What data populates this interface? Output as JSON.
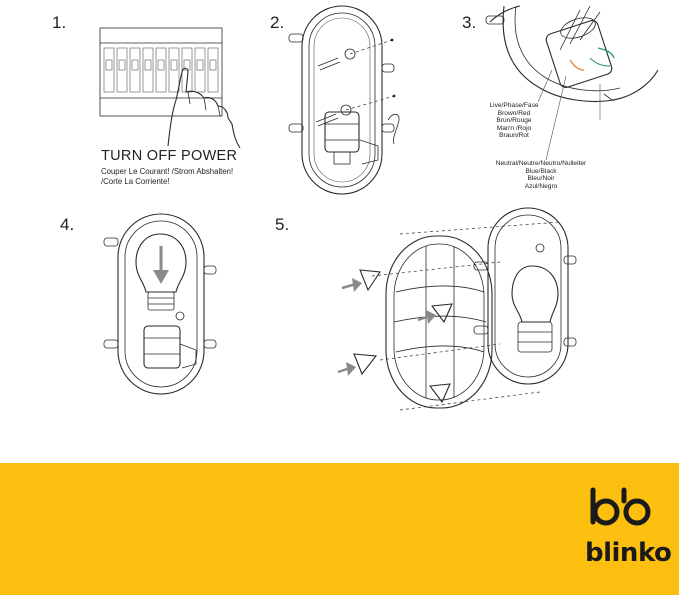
{
  "steps": [
    {
      "number": "1."
    },
    {
      "number": "2."
    },
    {
      "number": "3."
    },
    {
      "number": "4."
    },
    {
      "number": "5."
    }
  ],
  "step1": {
    "heading": "TURN OFF POWER",
    "translations": [
      "Couper Le Courant! /Strom Abshalten!",
      "/Corte La Corriente!"
    ]
  },
  "step3": {
    "live_label": [
      "Live/Phase/Fase",
      "Brown/Red",
      "Brun/Rouge",
      "Marrn /Rojo",
      "Braun/Rot"
    ],
    "neutral_label": [
      "Neutral/Neutre/Neutro/Nulleiter",
      "Blue/Black",
      "Bleu/Noir",
      "Azul/Negro"
    ]
  },
  "brand": {
    "name": "blinko",
    "footer_color": "#fcbf0f",
    "accent_green": "#2a9d6a",
    "arrow_gray": "#8a8a8a"
  },
  "icons": [
    "breaker-panel-icon",
    "hand-icon",
    "oval-lamp-base-icon",
    "screw-icon",
    "bulb-icon",
    "arrow-down-icon",
    "cage-cover-icon",
    "blinko-logo-icon"
  ]
}
